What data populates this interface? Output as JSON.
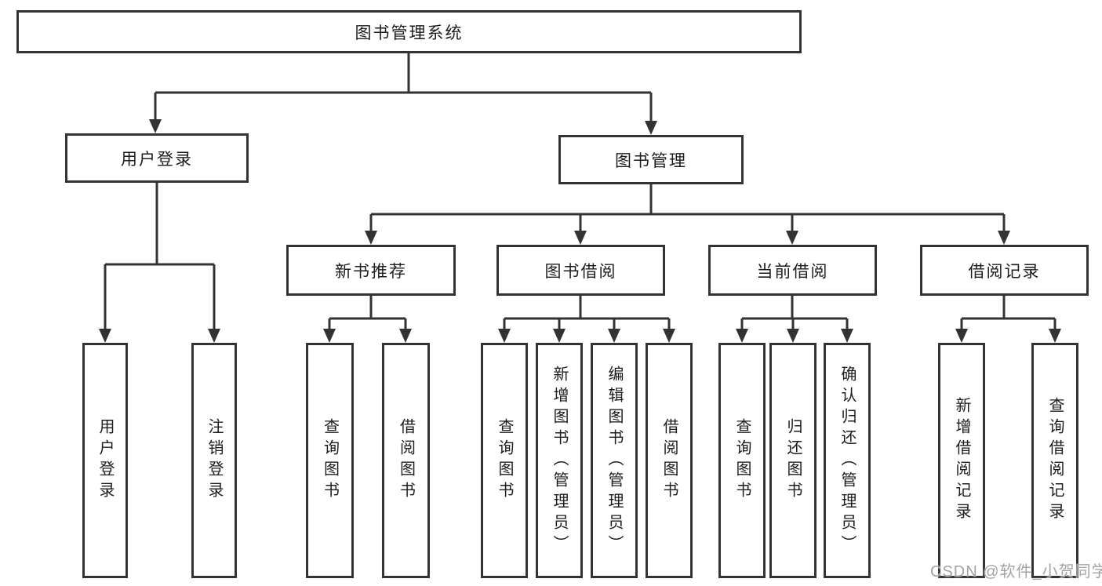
{
  "diagram": {
    "root": {
      "label": "图书管理系统"
    },
    "branches": [
      {
        "label": "用户登录",
        "children": [
          {
            "label": "用户登录"
          },
          {
            "label": "注销登录"
          }
        ]
      },
      {
        "label": "图书管理",
        "children": [
          {
            "label": "新书推荐",
            "children": [
              {
                "label": "查询图书"
              },
              {
                "label": "借阅图书"
              }
            ]
          },
          {
            "label": "图书借阅",
            "children": [
              {
                "label": "查询图书"
              },
              {
                "label": "新增图书（管理员）"
              },
              {
                "label": "编辑图书（管理员）"
              },
              {
                "label": "借阅图书"
              }
            ]
          },
          {
            "label": "当前借阅",
            "children": [
              {
                "label": "查询图书"
              },
              {
                "label": "归还图书"
              },
              {
                "label": "确认归还（管理员）"
              }
            ]
          },
          {
            "label": "借阅记录",
            "children": [
              {
                "label": "新增借阅记录"
              },
              {
                "label": "查询借阅记录"
              }
            ]
          }
        ]
      }
    ]
  },
  "watermark": "CSDN @软件_小贺同学",
  "colors": {
    "line": "#333333",
    "text": "#1c1c1c",
    "box_fill": "#ffffff",
    "watermark": "#a3a3a3",
    "background": "#ffffff"
  }
}
